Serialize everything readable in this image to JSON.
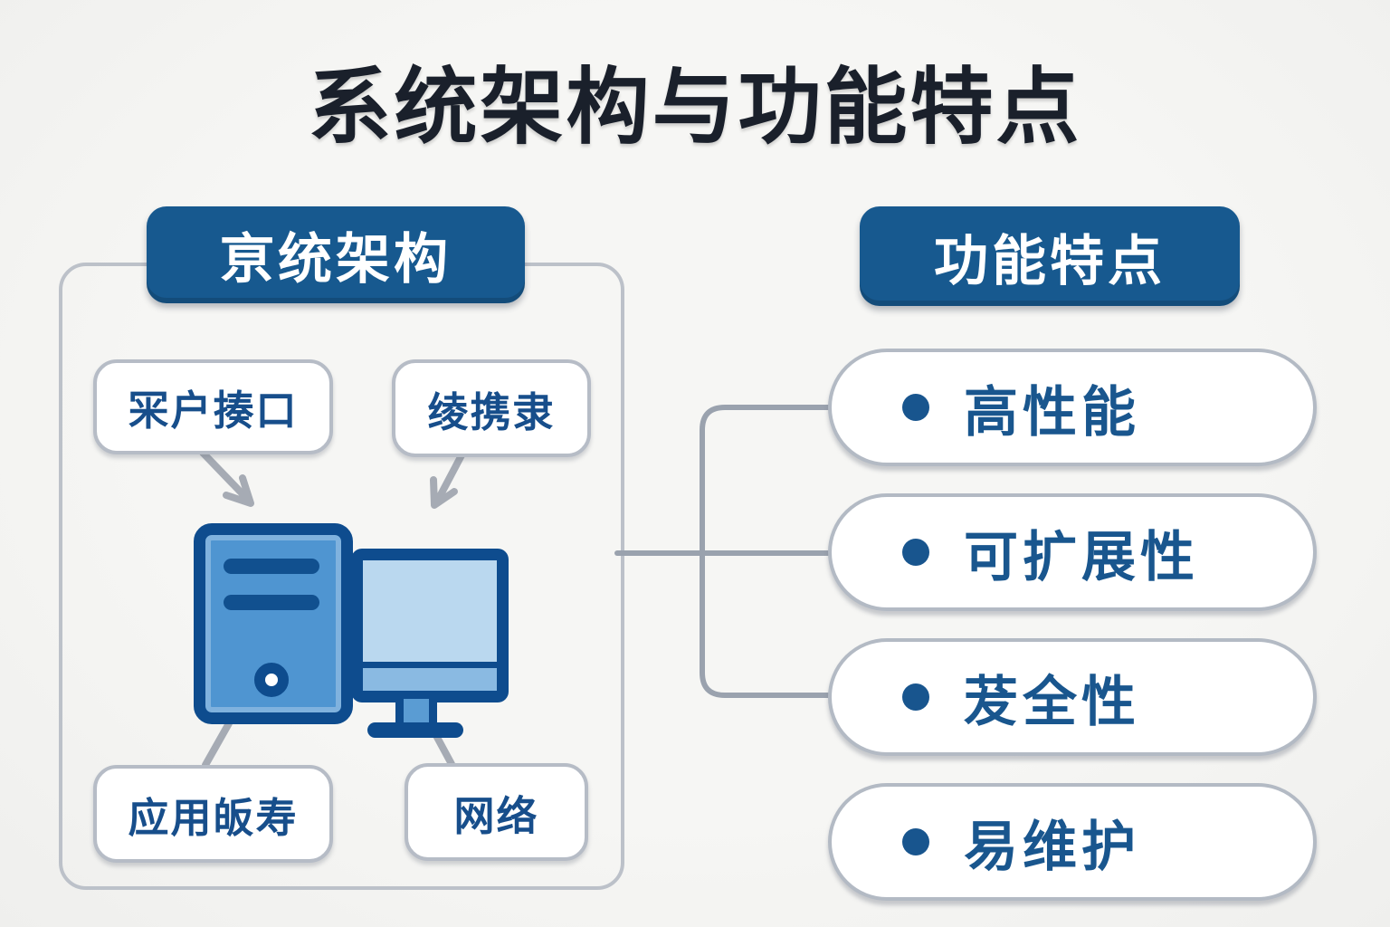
{
  "title": "系统架构与功能特点",
  "architecture": {
    "header": "亰统架构",
    "nodes": [
      {
        "label": "冞户揍口"
      },
      {
        "label": "绫携隶"
      },
      {
        "label": "应用皈寿"
      },
      {
        "label": "网络"
      }
    ],
    "illustration": "desktop-computer (tower + monitor)"
  },
  "features": {
    "header": "功能特点",
    "items": [
      {
        "label": "高性能"
      },
      {
        "label": "可扩展性"
      },
      {
        "label": "茇全性"
      },
      {
        "label": "易维护"
      }
    ],
    "bullet_icon": "filled-circle"
  },
  "colors": {
    "background": "#f3f3f1",
    "header_bg": "#17598f",
    "feature_text": "#19568e",
    "node_text": "#174e8b",
    "title_text": "#1a202b",
    "icon_outline": "#0e4c8e",
    "tower_fill": "#4f95d1",
    "screen_fill": "#bad8ef",
    "bezel_fill": "#8abae2",
    "connector_gray": "#9aa2ae",
    "border_gray": "#b6bcc6"
  }
}
